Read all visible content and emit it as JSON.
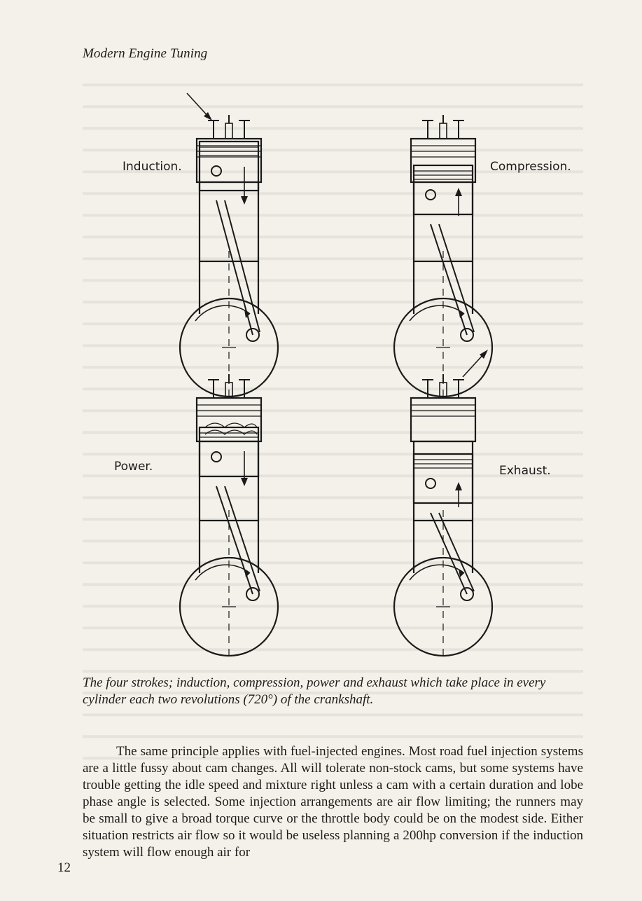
{
  "header": {
    "running_title": "Modern Engine Tuning"
  },
  "figure": {
    "labels": {
      "induction": "Induction.",
      "compression": "Compression.",
      "power": "Power.",
      "exhaust": "Exhaust."
    },
    "caption": "The four strokes; induction, compression, power and exhaust which take place in every cylinder each two revolutions (720°) of the crankshaft."
  },
  "body": {
    "paragraph": "The same principle applies with fuel-injected engines. Most road fuel injection systems are a little fussy about cam changes. All will tolerate non-stock cams, but some systems have trouble getting the idle speed and mixture right unless a cam with a certain duration and lobe phase angle is selected. Some injection arrangements are air flow limiting; the runners may be small to give a broad torque curve or the throttle body could be on the modest side. Either situation restricts air flow so it would be useless planning a 200hp conversion if the induction system will flow enough air for"
  },
  "footer": {
    "page_number": "12"
  }
}
